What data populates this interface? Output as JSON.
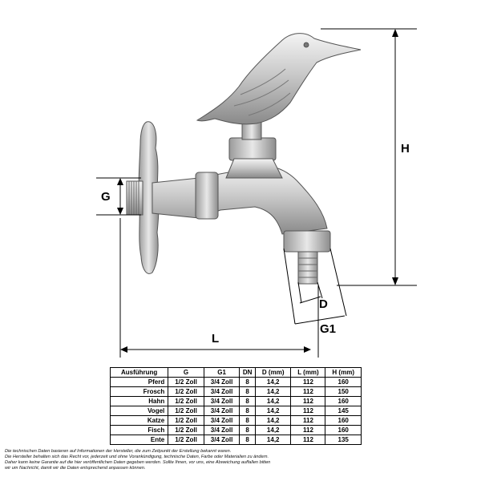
{
  "dimensions": {
    "h": "H",
    "g": "G",
    "l": "L",
    "d": "D",
    "g1": "G1"
  },
  "table": {
    "headers": [
      "Ausführung",
      "G",
      "G1",
      "DN",
      "D (mm)",
      "L (mm)",
      "H (mm)"
    ],
    "rows": [
      [
        "Pferd",
        "1/2 Zoll",
        "3/4 Zoll",
        "8",
        "14,2",
        "112",
        "160"
      ],
      [
        "Frosch",
        "1/2 Zoll",
        "3/4 Zoll",
        "8",
        "14,2",
        "112",
        "150"
      ],
      [
        "Hahn",
        "1/2 Zoll",
        "3/4 Zoll",
        "8",
        "14,2",
        "112",
        "160"
      ],
      [
        "Vogel",
        "1/2 Zoll",
        "3/4 Zoll",
        "8",
        "14,2",
        "112",
        "145"
      ],
      [
        "Katze",
        "1/2 Zoll",
        "3/4 Zoll",
        "8",
        "14,2",
        "112",
        "160"
      ],
      [
        "Fisch",
        "1/2 Zoll",
        "3/4 Zoll",
        "8",
        "14,2",
        "112",
        "160"
      ],
      [
        "Ente",
        "1/2 Zoll",
        "3/4 Zoll",
        "8",
        "14,2",
        "112",
        "135"
      ]
    ]
  },
  "disclaimer": [
    "Die technischen Daten basieren auf Informationen der Hersteller, die zum Zeitpunkt der Erstellung bekannt waren.",
    "Die Hersteller behalten sich das Recht vor, jederzeit und ohne Vorankündigung, technische Daten, Farbe oder Materialien zu ändern.",
    "Daher kann keine Garantie auf die hier veröffentlichen Daten gegeben werden. Sollte Ihnen, vor uns, eine Abweichung auffallen bitten",
    "wir um Nachricht, damit wir die Daten entsprechend anpassen können."
  ]
}
